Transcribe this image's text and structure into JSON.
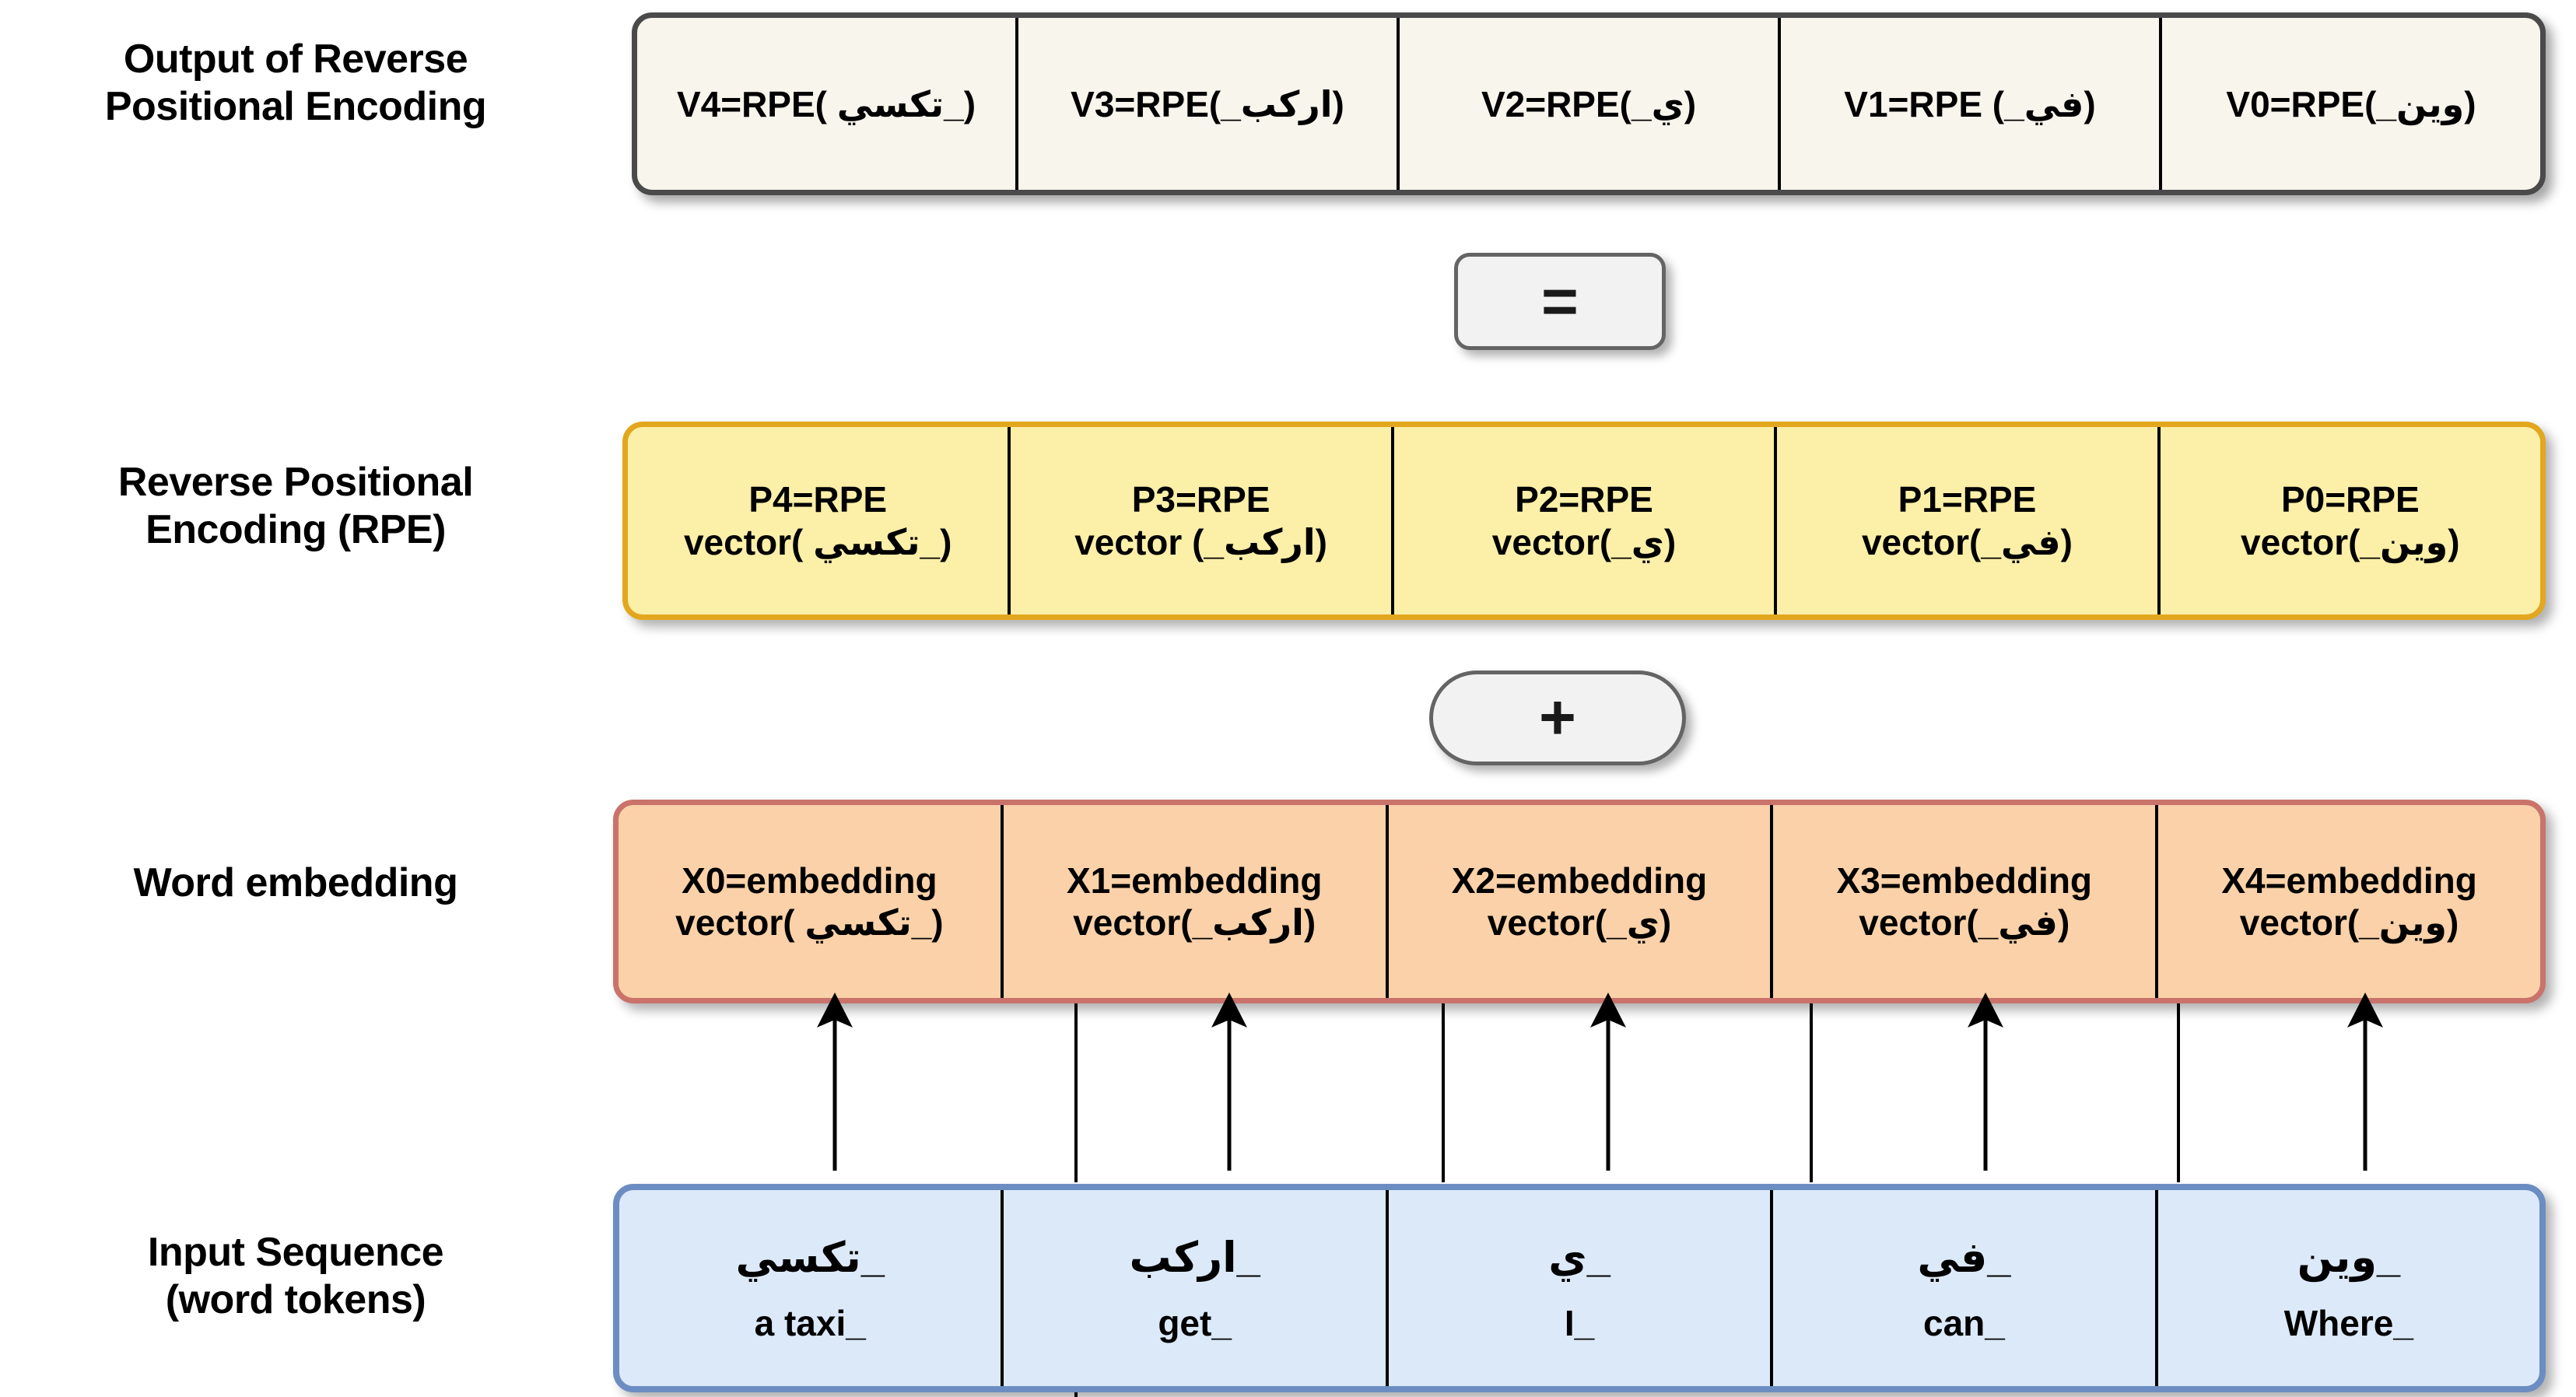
{
  "diagram": {
    "title": "Reverse Positional Encoding (RPE) pipeline for an Arabic sentence",
    "colors": {
      "output_fill": "#F7F5EC",
      "output_border": "#4A4A4A",
      "rpe_fill": "#FCEFA8",
      "rpe_border": "#E2A71E",
      "embedding_fill": "#FAD1A8",
      "embedding_border": "#C9736B",
      "input_fill": "#DCE9F9",
      "input_border": "#6C8DC2",
      "badge_fill": "#F2F2F2",
      "badge_border": "#646464",
      "text": "#000000"
    }
  },
  "rows": {
    "output": {
      "label_line1": "Output of Reverse",
      "label_line2": "Positional Encoding",
      "cells": [
        {
          "text": "V4=RPE( تكسي_)"
        },
        {
          "text": "V3=RPE(_اركب)"
        },
        {
          "text": "V2=RPE(_ي)"
        },
        {
          "text": "V1=RPE (_في)"
        },
        {
          "text": "V0=RPE(_وين)"
        }
      ]
    },
    "rpe": {
      "label_line1": "Reverse Positional",
      "label_line2": "Encoding (RPE)",
      "cells": [
        {
          "line1": "P4=RPE",
          "line2": "vector( تكسي_)"
        },
        {
          "line1": "P3=RPE",
          "line2": "vector (_اركب)"
        },
        {
          "line1": "P2=RPE",
          "line2": "vector(_ي)"
        },
        {
          "line1": "P1=RPE",
          "line2": "vector(_في)"
        },
        {
          "line1": "P0=RPE",
          "line2": "vector(_وين)"
        }
      ]
    },
    "embedding": {
      "label_line1": "Word embedding",
      "label_line2": "",
      "cells": [
        {
          "line1": "X0=embedding",
          "line2": "vector( تكسي_)"
        },
        {
          "line1": "X1=embedding",
          "line2": "vector(_اركب)"
        },
        {
          "line1": "X2=embedding",
          "line2": "vector(_ي)"
        },
        {
          "line1": "X3=embedding",
          "line2": "vector(_في)"
        },
        {
          "line1": "X4=embedding",
          "line2": "vector(_وين)"
        }
      ]
    },
    "input": {
      "label_line1": "Input Sequence",
      "label_line2": "(word tokens)",
      "cells": [
        {
          "arabic": "تكسي_",
          "english": "a taxi_"
        },
        {
          "arabic": "اركب_",
          "english": "get_"
        },
        {
          "arabic": "ي_",
          "english": "I_"
        },
        {
          "arabic": "في_",
          "english": "can_"
        },
        {
          "arabic": "وين_",
          "english": "Where_"
        }
      ]
    }
  },
  "operators": {
    "equals": "=",
    "plus": "+"
  }
}
